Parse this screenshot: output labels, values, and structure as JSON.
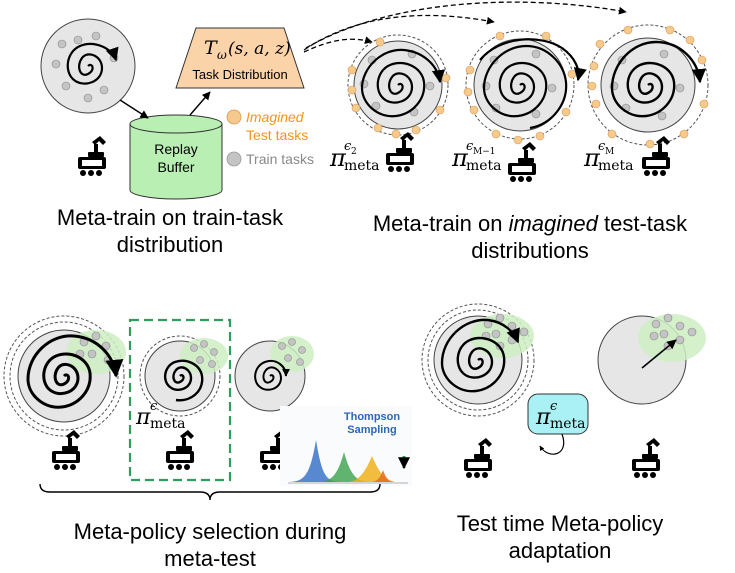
{
  "task_model": {
    "symbol": "T",
    "subscript": "ω",
    "args": "(s, a, z)",
    "label": "Task Distribution"
  },
  "replay_buffer": {
    "line1": "Replay",
    "line2": "Buffer"
  },
  "legend": {
    "imagined_line1": "Imagined",
    "imagined_line2": "Test tasks",
    "train": "Train tasks",
    "imagined_color": "#f6c98d",
    "train_color": "#c4c4c4"
  },
  "policies": {
    "p1": {
      "base": "π",
      "sup": "ϵ",
      "sup_sub": "2",
      "sub": "meta"
    },
    "p2": {
      "base": "π",
      "sup": "ϵ",
      "sup_sub": "M−1",
      "sub": "meta"
    },
    "p3": {
      "base": "π",
      "sup": "ϵ",
      "sup_sub": "M",
      "sub": "meta"
    },
    "p_select": {
      "base": "π",
      "sup": "ϵ",
      "sub": "meta"
    },
    "p_adapt": {
      "base": "π",
      "sup": "ϵ",
      "sub": "meta"
    }
  },
  "thompson": {
    "line1": "Thompson",
    "line2": "Sampling",
    "color": "#2d66b8"
  },
  "captions": {
    "meta_train_line1": "Meta-train on train-task",
    "meta_train_line2": "distribution",
    "imagined_pre": "Meta-train on ",
    "imagined_em": "imagined",
    "imagined_post": " test-task",
    "imagined_line2": "distributions",
    "selection_line1": "Meta-policy selection during",
    "selection_line2": "meta-test",
    "adaptation_line1": "Test time Meta-policy",
    "adaptation_line2": "adaptation"
  },
  "colors": {
    "task_box": "#fbd3a8",
    "buffer": "#b9efb2",
    "goal_region": "#cdeec2",
    "policy_box": "#a9f1f4",
    "dashed_frame": "#2f9e5d"
  }
}
